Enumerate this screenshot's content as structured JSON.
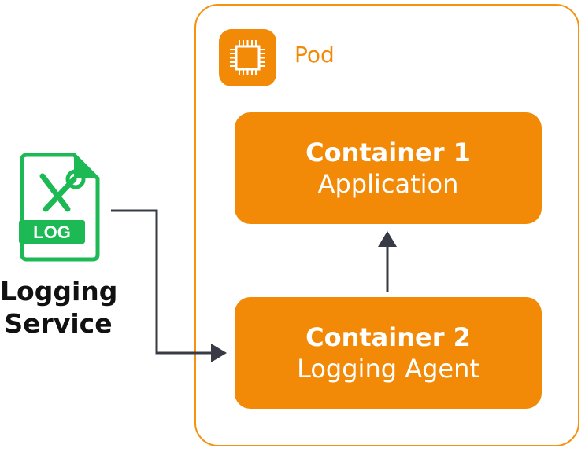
{
  "diagram": {
    "pod": {
      "label": "Pod",
      "icon": "cpu-chip-icon",
      "color": "#f28a07"
    },
    "containers": [
      {
        "title": "Container 1",
        "subtitle": "Application"
      },
      {
        "title": "Container 2",
        "subtitle": "Logging Agent"
      }
    ],
    "logging_service": {
      "label_line1": "Logging",
      "label_line2": "Service",
      "icon": "log-file-tools-icon",
      "icon_text": "LOG",
      "color": "#1db954"
    },
    "edges": [
      {
        "from": "Logging Service",
        "to": "Container 2"
      },
      {
        "from": "Container 2",
        "to": "Container 1"
      }
    ]
  }
}
